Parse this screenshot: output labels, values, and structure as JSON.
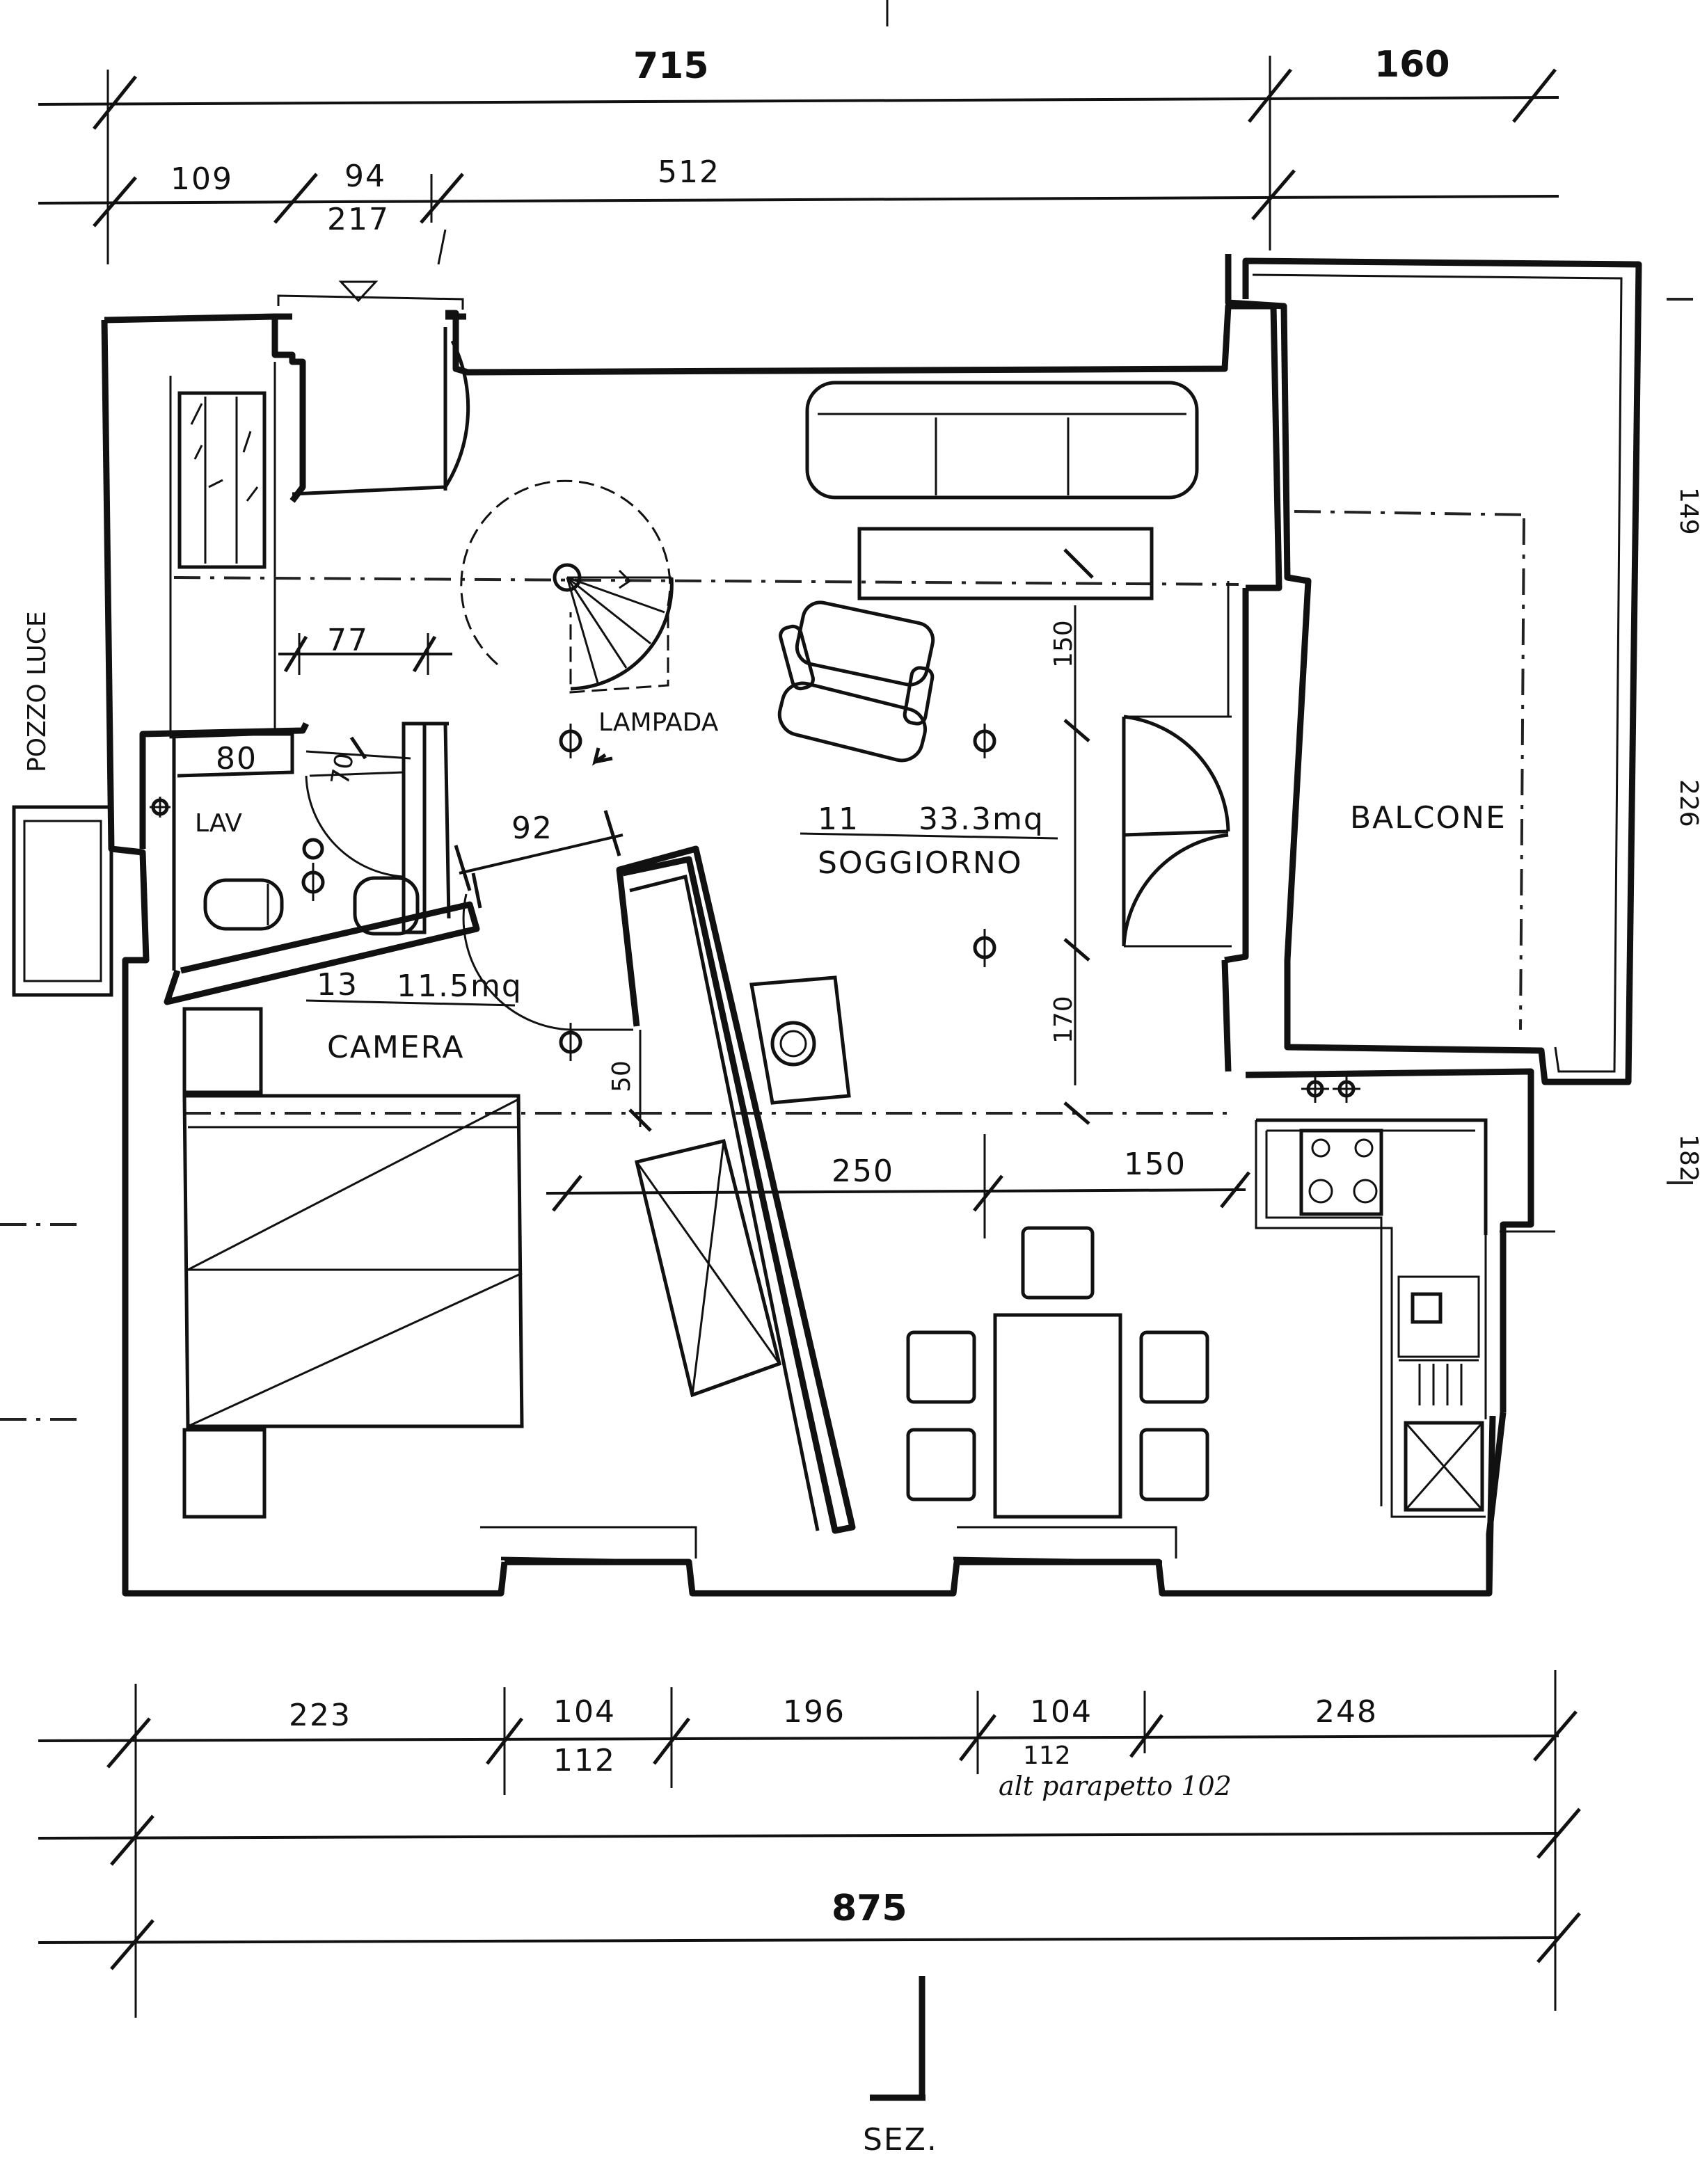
{
  "dimensions": {
    "top_total_left": "715",
    "top_total_right": "160",
    "top_seg_1": "109",
    "top_seg_2": "94",
    "top_seg_2_sub": "217",
    "top_seg_3": "512",
    "bottom_seg_1": "223",
    "bottom_seg_2": "104",
    "bottom_seg_2_sub": "112",
    "bottom_seg_3": "196",
    "bottom_seg_4": "104",
    "bottom_seg_4_sub": "112",
    "bottom_seg_5": "248",
    "bottom_total": "875",
    "parapet_note": "alt parapetto 102",
    "interior_77": "77",
    "interior_80": "80",
    "interior_70": "70",
    "interior_92": "92",
    "interior_150_v": "150",
    "interior_170": "170",
    "interior_50": "50",
    "interior_250": "250",
    "interior_150_h": "150"
  },
  "rooms": {
    "living_number": "11",
    "living_area": "33.3mq",
    "living_name": "SOGGIORNO",
    "bedroom_number": "13",
    "bedroom_area": "11.5mq",
    "bedroom_name": "CAMERA",
    "balcony_name": "BALCONE",
    "lamp_label": "LAMPADA",
    "sink_label": "LAV",
    "light_well": "POZZO LUCE",
    "section_label": "SEZ."
  },
  "right_edge_fragments": [
    "149",
    "226",
    "182"
  ]
}
